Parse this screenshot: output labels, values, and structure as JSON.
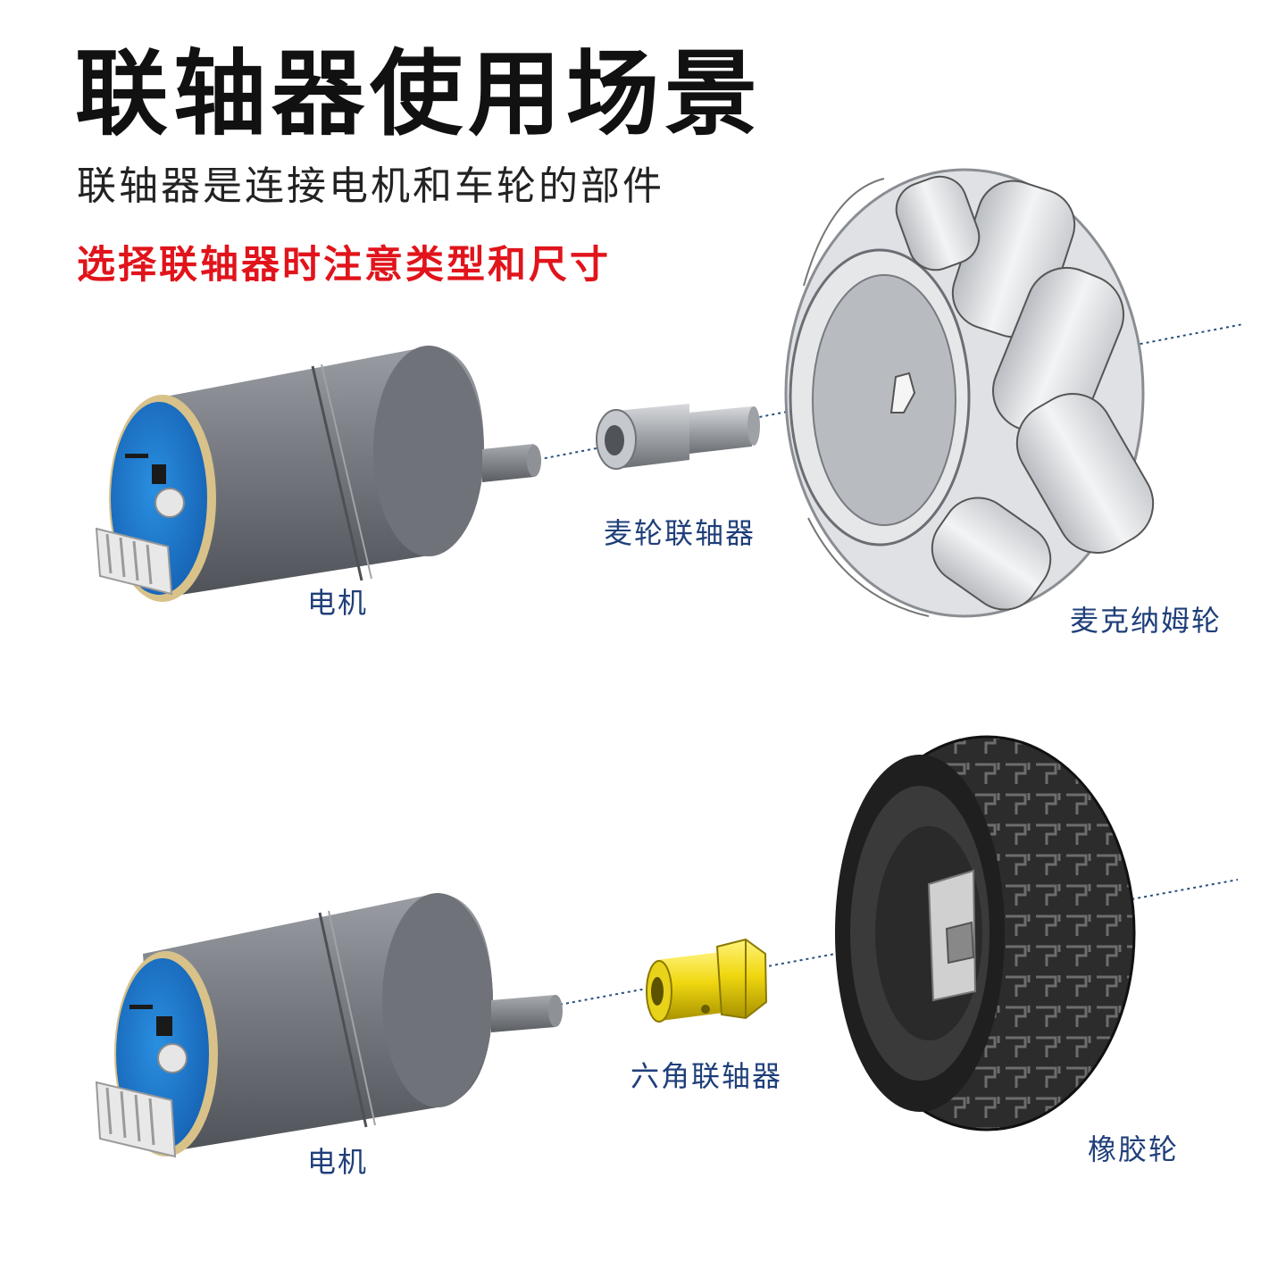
{
  "header": {
    "title": "联轴器使用场景",
    "subtitle": "联轴器是连接电机和车轮的部件",
    "note": "选择联轴器时注意类型和尺寸"
  },
  "scene_mecanum": {
    "motor_label": "电机",
    "coupler_label": "麦轮联轴器",
    "wheel_label": "麦克纳姆轮"
  },
  "scene_rubber": {
    "motor_label": "电机",
    "coupler_label": "六角联轴器",
    "wheel_label": "橡胶轮"
  },
  "colors": {
    "title": "#111111",
    "note": "#e1141b",
    "label": "#1f3f7a"
  }
}
